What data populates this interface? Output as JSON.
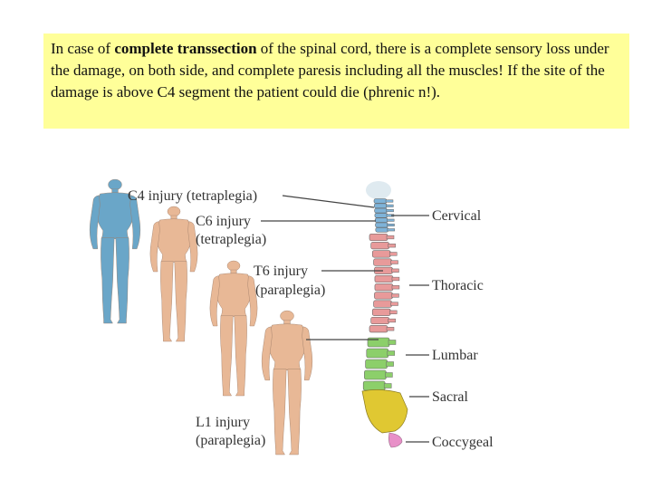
{
  "note": {
    "before": "In case of ",
    "bold": "complete transsection",
    "after": " of the spinal cord, there is a complete sensory loss under the damage, on both side, and complete paresis including all the muscles! If the site of the damage is above C4 segment the patient could die (phrenic n!)."
  },
  "injuries": [
    {
      "name": "C4 injury (tetraplegia)"
    },
    {
      "name": "C6 injury",
      "sub": "(tetraplegia)"
    },
    {
      "name": "T6 injury",
      "sub": "(paraplegia)"
    },
    {
      "name": "L1 injury",
      "sub": "(paraplegia)"
    }
  ],
  "sections": [
    "Cervical",
    "Thoracic",
    "Lumbar",
    "Sacral",
    "Coccygeal"
  ],
  "colors": {
    "note_bg": "#ffff99",
    "paralysis": "#6aa6c8",
    "skin": "#e8b896",
    "cervical": "#7fb3d8",
    "thoracic": "#e89a9a",
    "lumbar": "#8ccf6a",
    "sacral": "#e0c832",
    "coccygeal": "#e890c8"
  }
}
